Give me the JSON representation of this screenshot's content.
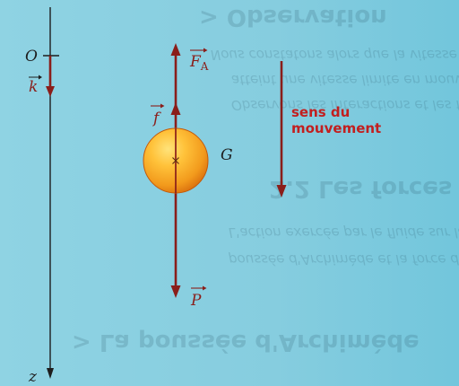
{
  "diagram": {
    "axis": {
      "origin_label": "O",
      "unit_vector_label": "k",
      "axis_label": "z"
    },
    "forces": [
      {
        "id": "archimede",
        "symbol": "F",
        "subscript": "A"
      },
      {
        "id": "friction",
        "symbol": "f",
        "subscript": ""
      },
      {
        "id": "weight",
        "symbol": "P",
        "subscript": ""
      }
    ],
    "center_label": "G",
    "motion": {
      "line1": "sens du",
      "line2": "mouvement"
    }
  },
  "colors": {
    "background": "#86cddf",
    "arrow": "#8a1e1a",
    "axis": "#1d1d1d",
    "motion_text": "#c21f1f",
    "sphere_light": "#ffcf4a",
    "sphere_dark": "#d96b0d"
  }
}
